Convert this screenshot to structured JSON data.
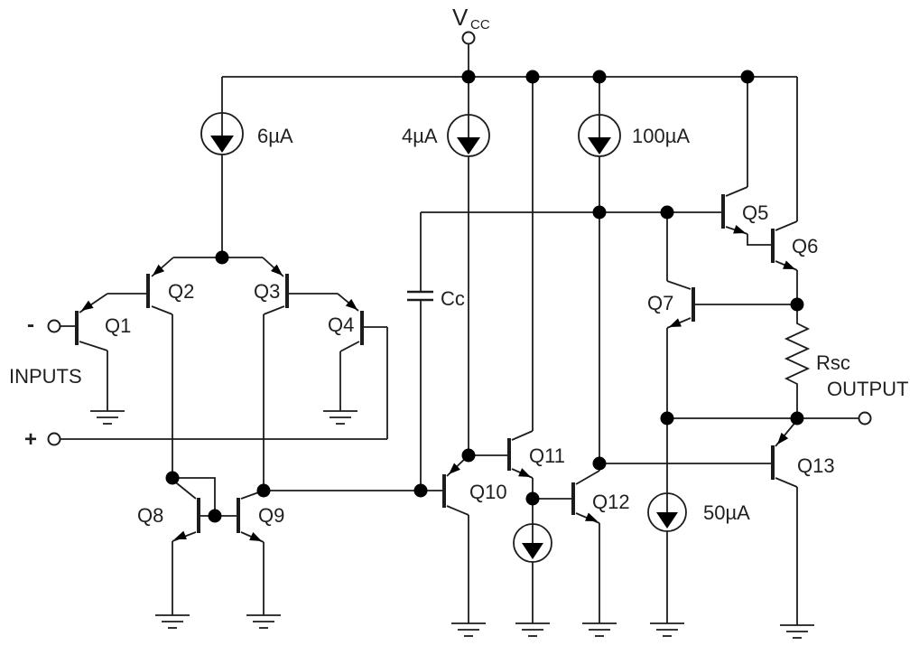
{
  "power": {
    "vcc_base": "V",
    "vcc_sub": "CC"
  },
  "sources": {
    "s6": "6µA",
    "s4": "4µA",
    "s100": "100µA",
    "s50": "50µA"
  },
  "transistors": {
    "q1": "Q1",
    "q2": "Q2",
    "q3": "Q3",
    "q4": "Q4",
    "q5": "Q5",
    "q6": "Q6",
    "q7": "Q7",
    "q8": "Q8",
    "q9": "Q9",
    "q10": "Q10",
    "q11": "Q11",
    "q12": "Q12",
    "q13": "Q13"
  },
  "passives": {
    "cap": "Cc",
    "res": "Rsc"
  },
  "io": {
    "inputs": "INPUTS",
    "minus": "-",
    "plus": "+",
    "output": "OUTPUT"
  }
}
